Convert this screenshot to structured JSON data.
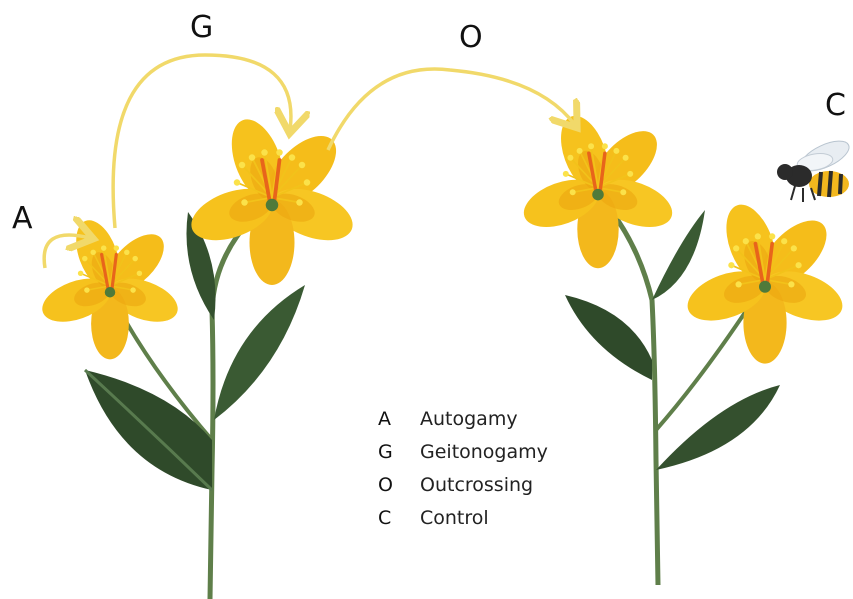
{
  "labels": {
    "autogamy": "A",
    "geitonogamy": "G",
    "outcrossing": "O",
    "control": "C"
  },
  "legend": [
    {
      "key": "A",
      "text": "Autogamy"
    },
    {
      "key": "G",
      "text": "Geitonogamy"
    },
    {
      "key": "O",
      "text": "Outcrossing"
    },
    {
      "key": "C",
      "text": "Control"
    }
  ],
  "colors": {
    "arrow": "#f1d96a",
    "petal": "#f6c21d",
    "petal_shade": "#eba40f",
    "anther": "#fbe24a",
    "style": "#e8641b",
    "stem": "#5f7f4a",
    "leaf_dark": "#2f4a2a",
    "leaf_light": "#587a4e",
    "bee_body": "#2b2b2b",
    "bee_stripe": "#f2b71e"
  },
  "icons": [
    "flower-icon",
    "bee-icon",
    "leaf-icon",
    "arrow-icon"
  ]
}
